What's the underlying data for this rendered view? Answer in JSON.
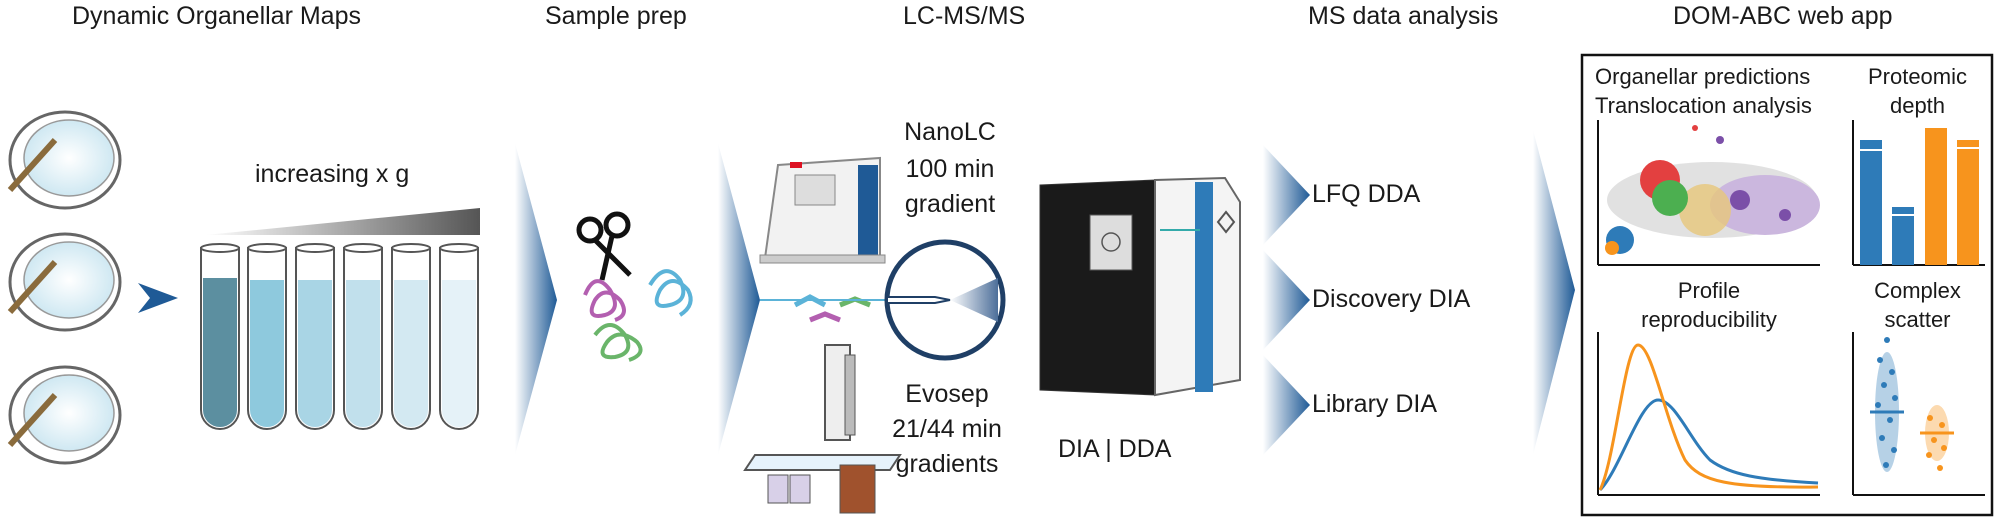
{
  "headers": {
    "maps": "Dynamic Organellar Maps",
    "prep": "Sample prep",
    "lcms": "LC-MS/MS",
    "analysis": "MS data analysis",
    "webapp": "DOM-ABC web app"
  },
  "maps": {
    "gradient_label": "increasing x g"
  },
  "lc": {
    "nanolc": [
      "NanoLC",
      "100 min",
      "gradient"
    ],
    "evosep": [
      "Evosep",
      "21/44 min",
      "gradients"
    ],
    "ms_mode": "DIA | DDA"
  },
  "analysis": {
    "items": [
      "LFQ DDA",
      "Discovery DIA",
      "Library DIA"
    ]
  },
  "webapp": {
    "panel_predictions": [
      "Organellar predictions",
      "Translocation analysis"
    ],
    "panel_depth": [
      "Proteomic",
      "depth"
    ],
    "panel_reproducibility": [
      "Profile",
      "reproducibility"
    ],
    "panel_scatter": [
      "Complex",
      "scatter"
    ]
  },
  "colors": {
    "blue": "#2e7bb8",
    "orange": "#f7941d",
    "arrow_dark": "#1f5a96",
    "tube_dark": "#5c8fa0"
  }
}
